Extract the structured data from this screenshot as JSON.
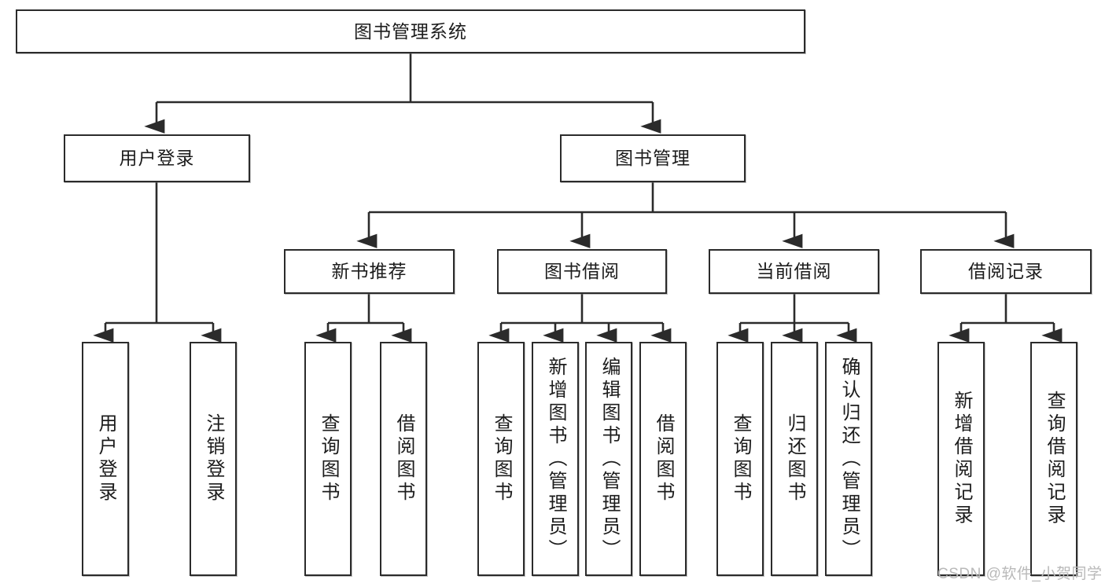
{
  "diagram": {
    "type": "tree-hierarchy",
    "title": "图书管理系统",
    "watermark": "CSDN @软件_小贺同学",
    "colors": {
      "box_border": "#2b2b2b",
      "box_fill": "#ffffff",
      "text": "#1c1c1c",
      "connector": "#2b2b2b",
      "watermark": "#b9b9b9"
    },
    "nodes": {
      "root": {
        "label": "图书管理系统"
      },
      "level2": [
        {
          "label": "用户登录"
        },
        {
          "label": "图书管理"
        }
      ],
      "level3": [
        {
          "label": "新书推荐"
        },
        {
          "label": "图书借阅"
        },
        {
          "label": "当前借阅"
        },
        {
          "label": "借阅记录"
        }
      ],
      "leaves": [
        {
          "label": "用户登录"
        },
        {
          "label": "注销登录"
        },
        {
          "label": "查询图书"
        },
        {
          "label": "借阅图书"
        },
        {
          "label": "查询图书"
        },
        {
          "label": "新增图书（管理员）"
        },
        {
          "label": "编辑图书（管理员）"
        },
        {
          "label": "借阅图书"
        },
        {
          "label": "查询图书"
        },
        {
          "label": "归还图书"
        },
        {
          "label": "确认归还（管理员）"
        },
        {
          "label": "新增借阅记录"
        },
        {
          "label": "查询借阅记录"
        }
      ]
    }
  }
}
